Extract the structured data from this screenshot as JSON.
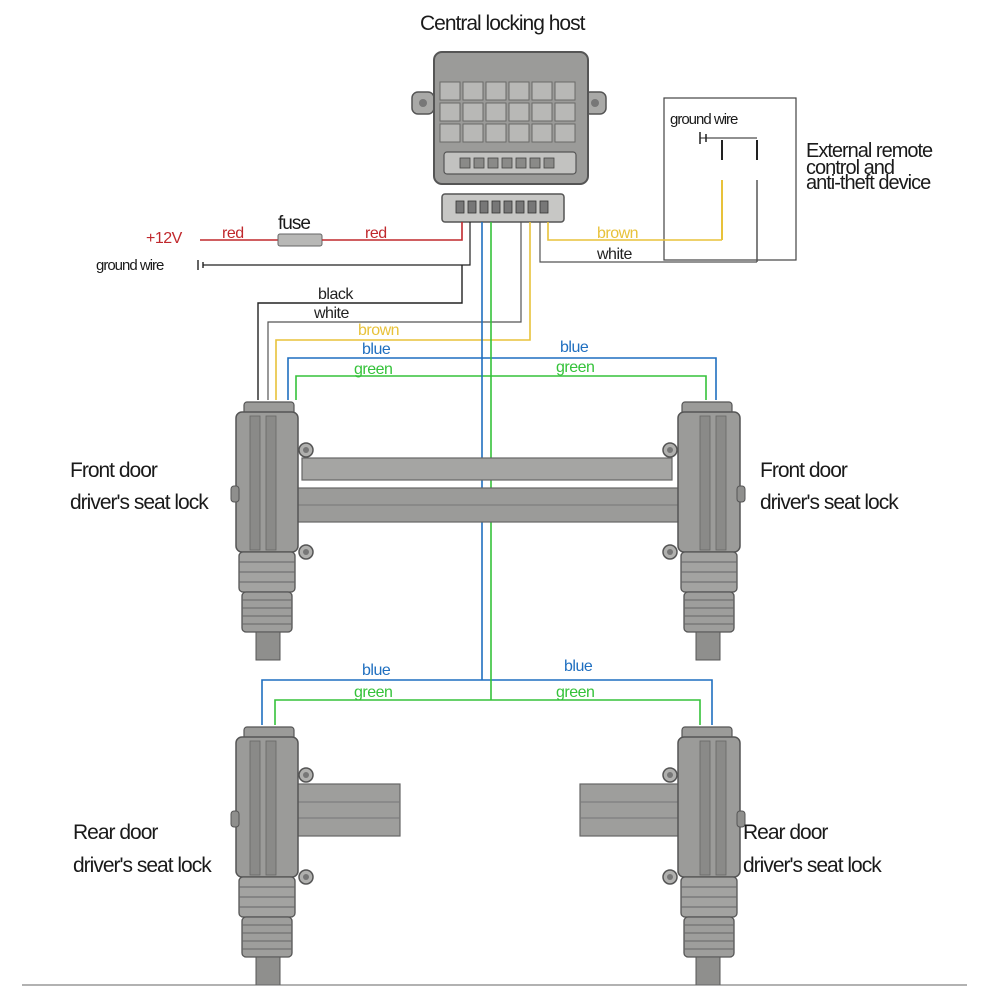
{
  "title": "Central locking host",
  "power": {
    "voltage": "+12V",
    "red_left": "red",
    "fuse": "fuse",
    "red_right": "red"
  },
  "ground_left": "ground wire",
  "remote": {
    "ground": "ground wire",
    "label_line1": "External remote",
    "label_line2": "control and",
    "label_line3": "anti-theft device"
  },
  "wires": {
    "brown_top": "brown",
    "white_top": "white",
    "black": "black",
    "white": "white",
    "brown": "brown",
    "blue_front_left": "blue",
    "green_front_left": "green",
    "blue_front_right": "blue",
    "green_front_right": "green",
    "blue_rear_left": "blue",
    "green_rear_left": "green",
    "blue_rear_right": "blue",
    "green_rear_right": "green"
  },
  "locks": {
    "front_left": {
      "line1": "Front door",
      "line2": "driver's seat lock"
    },
    "front_right": {
      "line1": "Front door",
      "line2": "driver's seat lock"
    },
    "rear_left": {
      "line1": "Rear door",
      "line2": "driver's seat lock"
    },
    "rear_right": {
      "line1": "Rear door",
      "line2": "driver's seat lock"
    }
  },
  "colors": {
    "red": "#c0282d",
    "blue": "#1f6fc0",
    "green": "#35c23a",
    "brown": "#e8c23a",
    "black": "#222222",
    "white_wire": "#555555",
    "metal": "#9b9b99",
    "metal_dark": "#6f6f6d",
    "metal_light": "#bdbdbb"
  }
}
